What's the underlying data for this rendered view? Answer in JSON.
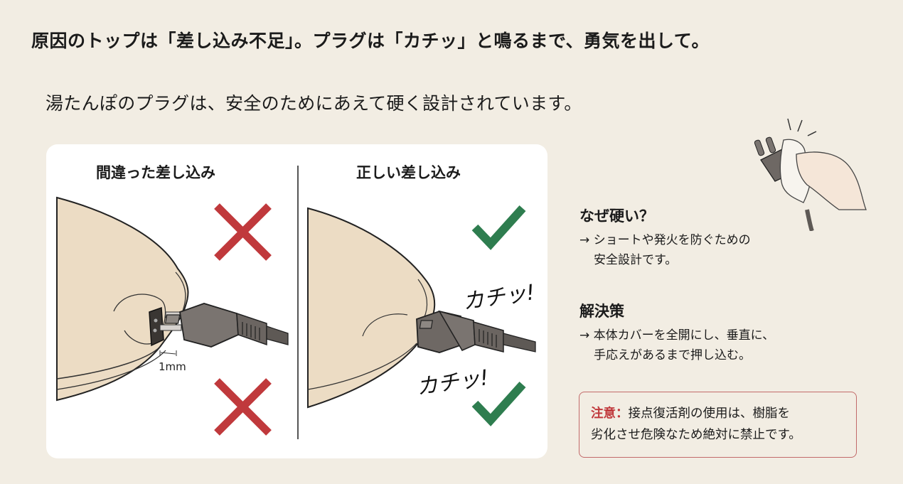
{
  "headline": "原因のトップは「差し込み不足」。プラグは「カチッ」と鳴るまで、勇気を出して。",
  "subline": "湯たんぽのプラグは、安全のためにあえて硬く設計されています。",
  "comparison": {
    "wrong": {
      "title": "間違った差し込み",
      "gap_label": "1mm",
      "marks": [
        "cross-icon",
        "cross-icon"
      ],
      "mark_color": "#c0393c"
    },
    "right": {
      "title": "正しい差し込み",
      "sound_labels": [
        "カチッ!",
        "カチッ!"
      ],
      "marks": [
        "check-icon",
        "check-icon"
      ],
      "mark_color": "#2e7d4f"
    }
  },
  "why": {
    "heading": "なぜ硬い？",
    "line1": "→ ショートや発火を防ぐための",
    "line2": "安全設計です。"
  },
  "solution": {
    "heading": "解決策",
    "line1": "→ 本体カバーを全開にし、垂直に、",
    "line2": "手応えがあるまで押し込む。"
  },
  "caution": {
    "label": "注意：",
    "line1": "接点復活剤の使用は、樹脂を",
    "line2": "劣化させ危険なため絶対に禁止です。",
    "border_color": "#c26a6a",
    "label_color": "#c0393c"
  },
  "colors": {
    "background": "#f2ede3",
    "card": "#ffffff",
    "body_fill": "#ecdcc4",
    "plug": "#7a7470"
  }
}
